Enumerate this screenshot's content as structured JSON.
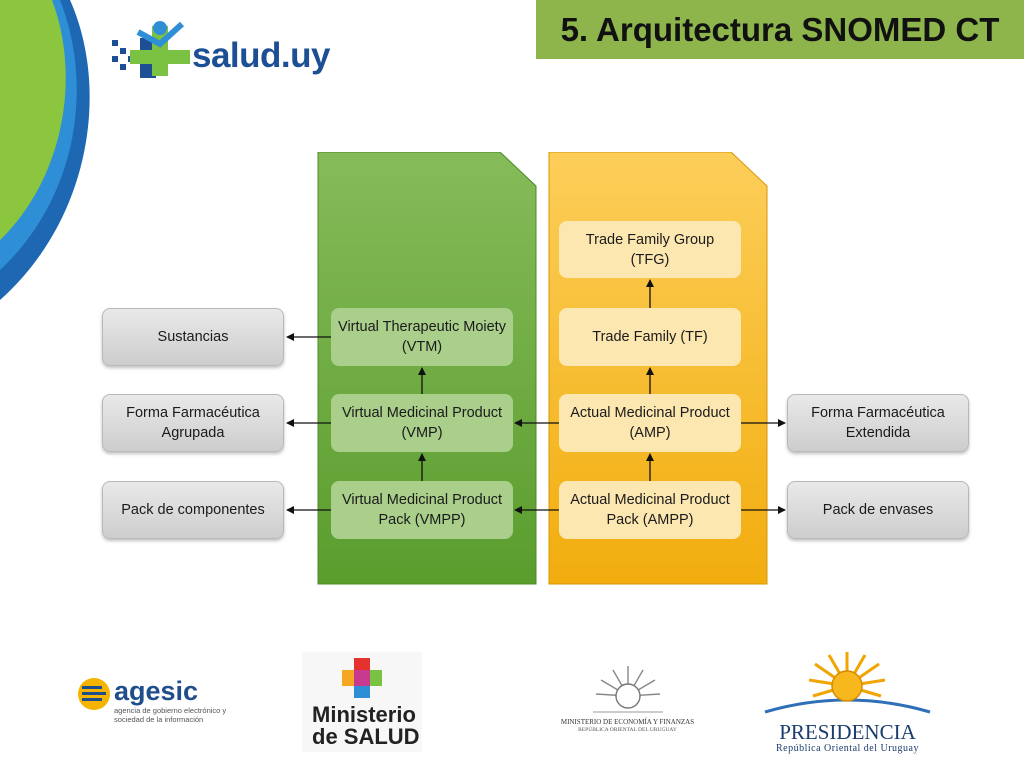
{
  "header": {
    "title": "5. Arquitectura SNOMED CT",
    "brand_logo": {
      "text": "salud",
      "suffix": ".uy"
    }
  },
  "diagram": {
    "green_column": {
      "vtm": "Virtual Therapeutic Moiety (VTM)",
      "vmp": "Virtual Medicinal Product (VMP)",
      "vmpp": "Virtual Medicinal Product Pack (VMPP)"
    },
    "yellow_column": {
      "tfg": "Trade Family Group (TFG)",
      "tf": "Trade Family (TF)",
      "amp": "Actual Medicinal Product (AMP)",
      "ampp": "Actual Medicinal Product Pack (AMPP)"
    },
    "left_boxes": {
      "sustancias": "Sustancias",
      "forma_agrupada": "Forma Farmacéutica Agrupada",
      "pack_componentes": "Pack de componentes"
    },
    "right_boxes": {
      "forma_extendida": "Forma Farmacéutica Extendida",
      "pack_envases": "Pack de envases"
    }
  },
  "footer_logos": {
    "agesic": {
      "name": "agesic",
      "subtitle": "agencia de gobierno electrónico y sociedad de la información"
    },
    "msp": {
      "line1": "Ministerio",
      "line2": "de SALUD"
    },
    "mef": {
      "line1": "MINISTERIO DE ECONOMÍA Y FINANZAS",
      "line2": "REPÚBLICA ORIENTAL DEL URUGUAY"
    },
    "presidencia": {
      "line1": "PRESIDENCIA",
      "line2": "República Oriental del Uruguay"
    }
  },
  "colors": {
    "title_bar": "#8db54b",
    "green_panel": "#6aaa3c",
    "yellow_panel": "#f6b81c",
    "brand_blue": "#1c4f94",
    "brand_green": "#7bc142"
  }
}
